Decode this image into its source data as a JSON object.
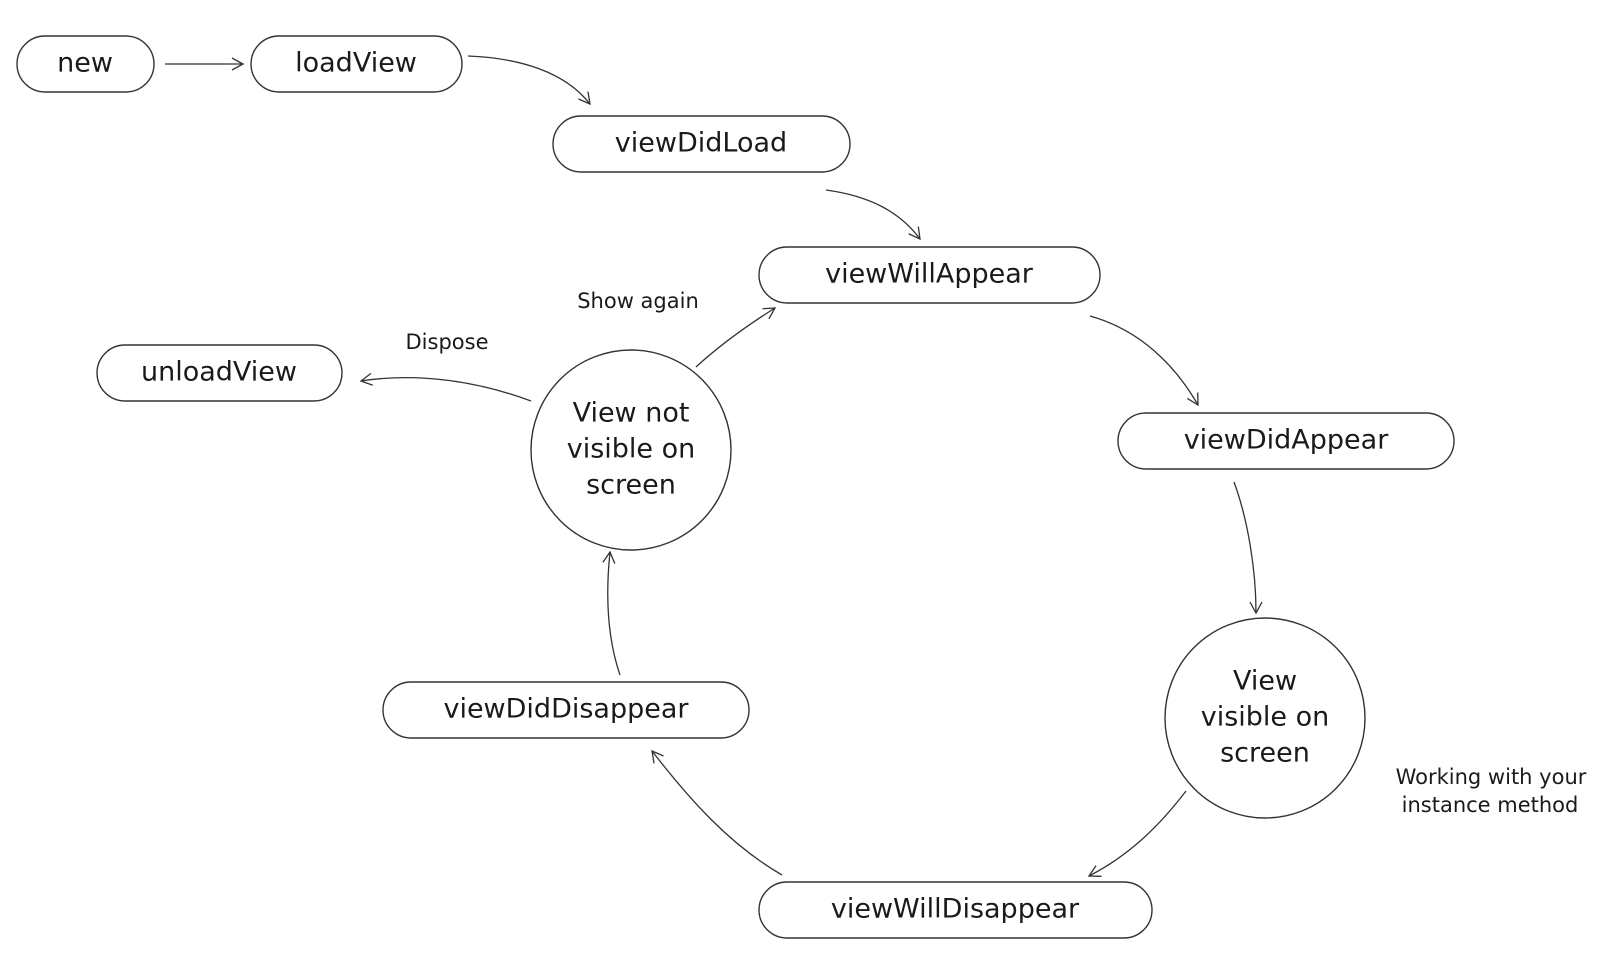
{
  "nodes": {
    "new": "new",
    "loadView": "loadView",
    "viewDidLoad": "viewDidLoad",
    "viewWillAppear": "viewWillAppear",
    "viewDidAppear": "viewDidAppear",
    "viewWillDisappear": "viewWillDisappear",
    "viewDidDisappear": "viewDidDisappear",
    "unloadView": "unloadView"
  },
  "states": {
    "not_visible": [
      "View not",
      "visible on",
      "screen"
    ],
    "visible": [
      "View",
      "visible on",
      "screen"
    ]
  },
  "annotations": {
    "show_again": "Show again",
    "dispose": "Dispose",
    "working": [
      "Working with your",
      "instance method"
    ]
  },
  "colors": {
    "stroke": "#333333",
    "text": "#1a1a1a",
    "background": "#ffffff"
  }
}
